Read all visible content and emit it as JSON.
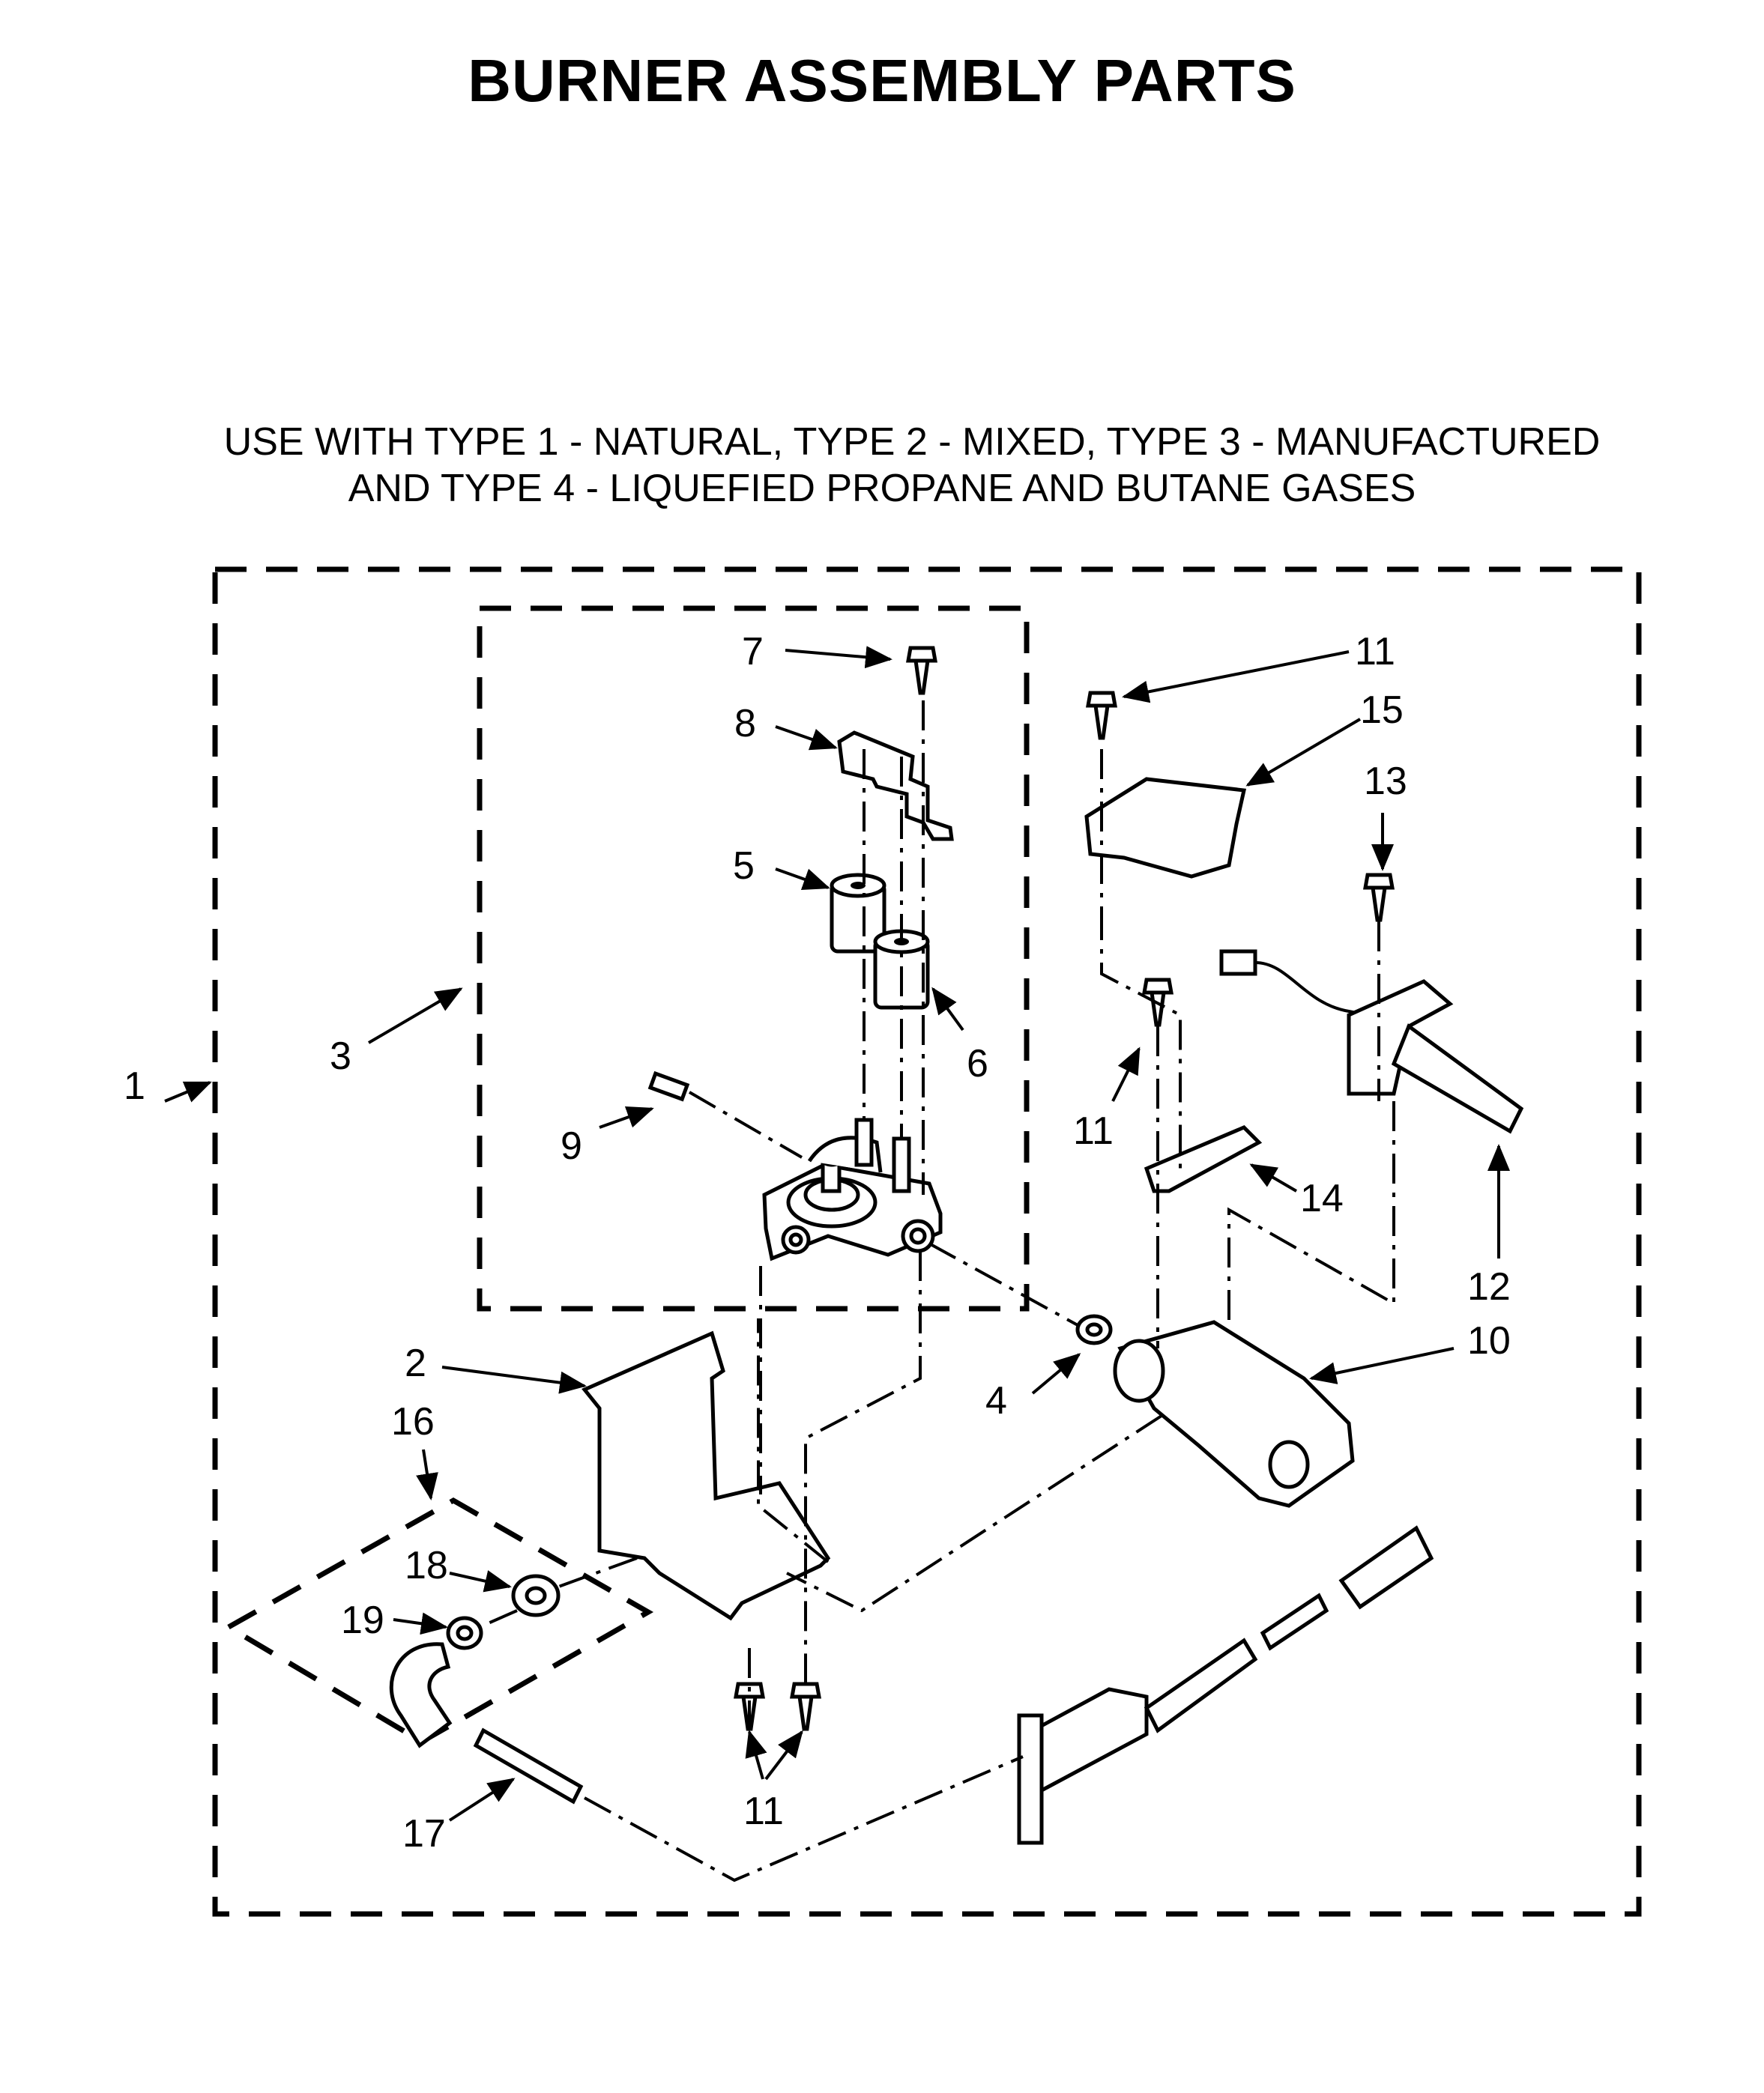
{
  "title": "BURNER ASSEMBLY PARTS",
  "subtitle_line1": "USE WITH TYPE 1 - NATURAL, TYPE 2 - MIXED, TYPE 3 - MANUFACTURED",
  "subtitle_line2": "AND TYPE 4 - LIQUEFIED PROPANE AND BUTANE GASES",
  "callouts": {
    "c1": "1",
    "c2": "2",
    "c3": "3",
    "c4": "4",
    "c5": "5",
    "c6": "6",
    "c7": "7",
    "c8": "8",
    "c9": "9",
    "c10": "10",
    "c11a": "11",
    "c11b": "11",
    "c11c": "11",
    "c12": "12",
    "c13": "13",
    "c14": "14",
    "c15": "15",
    "c16": "16",
    "c17": "17",
    "c18": "18",
    "c19": "19"
  }
}
